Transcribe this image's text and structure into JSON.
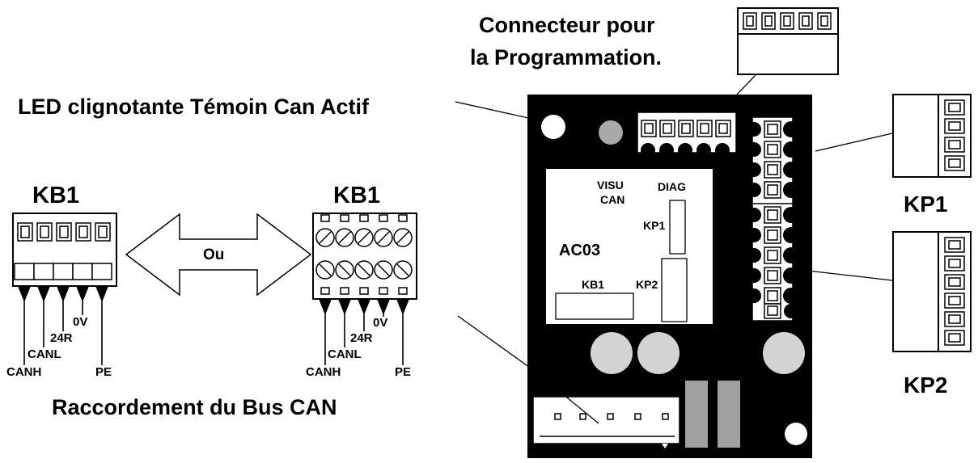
{
  "labels": {
    "prog_connector_line1": "Connecteur pour",
    "prog_connector_line2": "la Programmation.",
    "led": "LED clignotante Témoin Can Actif",
    "raccordement": "Raccordement du Bus CAN",
    "or": "Ou"
  },
  "kb1_left": {
    "title": "KB1",
    "pins": [
      "CANH",
      "CANL",
      "24R",
      "0V",
      "PE"
    ]
  },
  "kb1_right": {
    "title": "KB1",
    "pins": [
      "CANH",
      "CANL",
      "24R",
      "0V",
      "PE"
    ]
  },
  "board": {
    "name": "AC03",
    "visu_line1": "VISU",
    "visu_line2": "CAN",
    "diag": "DIAG",
    "kp1": "KP1",
    "kp2": "KP2",
    "kb1": "KB1"
  },
  "kp1": {
    "title": "KP1"
  },
  "kp2": {
    "title": "KP2"
  },
  "colors": {
    "board": "#000000",
    "led_gray": "#a9a9a9",
    "pot_light": "#d3d3d3",
    "relay_gray": "#a0a0a0"
  }
}
